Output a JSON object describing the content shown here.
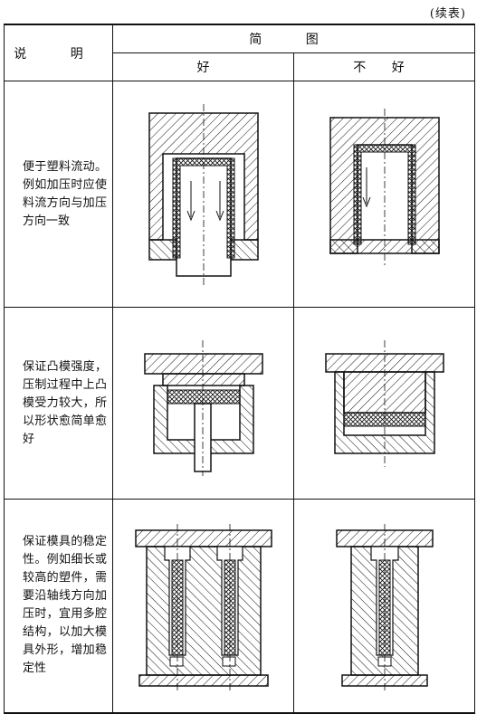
{
  "continued_label": "(续表)",
  "header": {
    "col_desc": "说  明",
    "col_figure": "简  图",
    "col_good": "好",
    "col_bad": "不  好"
  },
  "rows": [
    {
      "description": "便于塑料流动。例如加压时应使料流方向与加压方向一致"
    },
    {
      "description": "保证凸模强度，压制过程中上凸模受力较大，所以形状愈简单愈好"
    },
    {
      "description": "保证模具的稳定性。例如细长或较高的塑件，需要沿轴线方向加压时，宜用多腔结构，以加大模具外形，增加稳定性"
    }
  ]
}
